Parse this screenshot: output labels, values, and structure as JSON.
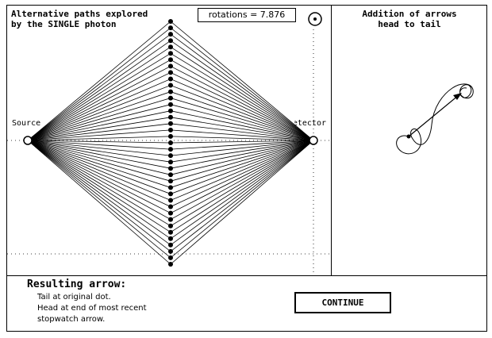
{
  "paths_panel": {
    "title_line_1": "Alternative paths explored",
    "title_line_2": "by the SINGLE photon",
    "rotations_text": "rotations = 7.876",
    "source_label": "Source",
    "detector_label": "Detector",
    "stopwatch_icon": "stopwatch-icon",
    "path_count": 39
  },
  "arrows_panel": {
    "title_line_1": "Addition of arrows",
    "title_line_2": "head to tail"
  },
  "result": {
    "heading": "Resulting arrow:",
    "line_1": "Tail at original dot.",
    "line_2": "Head at end of most recent",
    "line_3": "stopwatch arrow."
  },
  "continue_label": "CONTINUE",
  "colors": {
    "ink": "#000000",
    "paper": "#ffffff"
  }
}
